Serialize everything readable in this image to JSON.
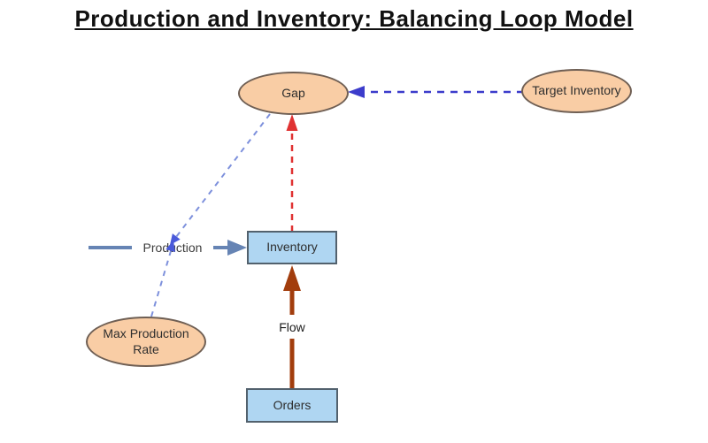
{
  "title": "Production and Inventory: Balancing Loop Model",
  "nodes": {
    "gap": {
      "label": "Gap",
      "shape": "ellipse"
    },
    "target_inventory": {
      "label": "Target Inventory",
      "shape": "ellipse"
    },
    "max_production_rate": {
      "label": "Max Production Rate",
      "shape": "ellipse"
    },
    "inventory": {
      "label": "Inventory",
      "shape": "rectangle"
    },
    "orders": {
      "label": "Orders",
      "shape": "rectangle"
    }
  },
  "edges": {
    "production": {
      "label": "Production",
      "type": "solid-arrow",
      "from": "production-source",
      "to": "inventory"
    },
    "flow": {
      "label": "Flow",
      "type": "solid-arrow",
      "from": "orders",
      "to": "inventory"
    },
    "inventory_to_gap": {
      "label": "",
      "type": "dashed-arrow",
      "from": "inventory",
      "to": "gap"
    },
    "target_to_gap": {
      "label": "",
      "type": "dashed-arrow",
      "from": "target_inventory",
      "to": "gap"
    },
    "gap_to_production": {
      "label": "",
      "type": "dashed-arrow",
      "from": "gap",
      "to": "production"
    },
    "max_rate_to_production": {
      "label": "",
      "type": "dashed-arrow",
      "from": "max_production_rate",
      "to": "production"
    }
  },
  "colors": {
    "variable_fill": "#F9CDA5",
    "variable_border": "#6F5F54",
    "stock_fill": "#AFD6F2",
    "stock_border": "#52616D",
    "production_arrow": "#6684B4",
    "flow_arrow": "#A23D0D",
    "gap_feedback_arrow": "#E03232",
    "target_link_arrow": "#3C3CCB",
    "influence_link": "#7D90DC",
    "influence_arrowhead": "#4A5ADA",
    "title_text": "#111111"
  }
}
